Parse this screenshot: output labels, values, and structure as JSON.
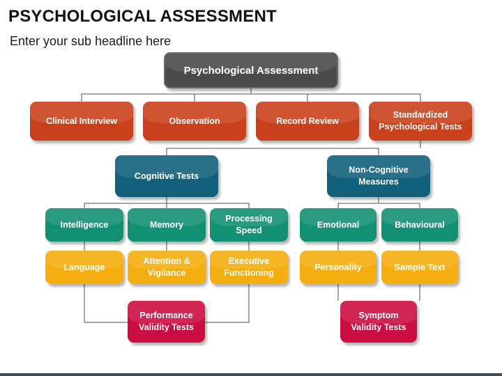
{
  "title": "PSYCHOLOGICAL ASSESSMENT",
  "subtitle": "Enter your sub headline here",
  "root": "Psychological Assessment",
  "methods": [
    "Clinical Interview",
    "Observation",
    "Record Review",
    "Standardized\nPsychological Tests"
  ],
  "test_groups": {
    "cognitive": {
      "label": "Cognitive Tests",
      "row1": [
        "Intelligence",
        "Memory",
        "Processing\nSpeed"
      ],
      "row2": [
        "Language",
        "Attention &\nVigilance",
        "Executive\nFunctioning"
      ],
      "validity": "Performance\nValidity Tests"
    },
    "non_cognitive": {
      "label": "Non-Cognitive\nMeasures",
      "row1": [
        "Emotional",
        "Behavioural"
      ],
      "row2": [
        "Personality",
        "Sample Text"
      ],
      "validity": "Symptom\nValidity Tests"
    }
  },
  "colors": {
    "root": "#4a4a4a",
    "methods": "#c9411c",
    "test_groups": "#12607c",
    "row1": "#129073",
    "row2": "#f6ad10",
    "validity": "#cc0d42"
  }
}
